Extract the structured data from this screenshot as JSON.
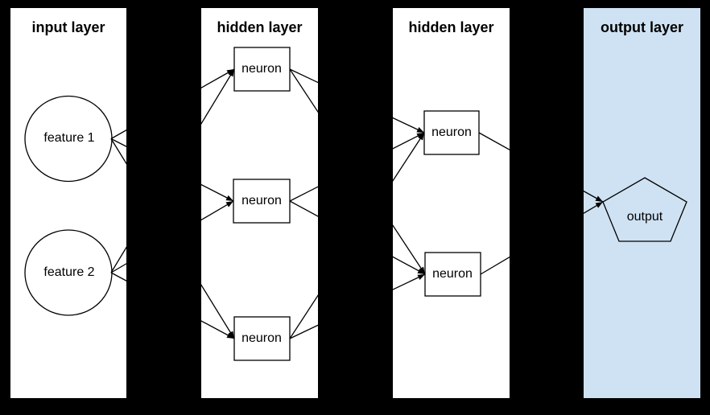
{
  "diagram": {
    "type": "neural-network",
    "colors": {
      "background": "#000000",
      "panel": "#ffffff",
      "output_panel": "#cfe2f3",
      "stroke": "#000000",
      "text": "#000000"
    },
    "layers": [
      {
        "id": "input",
        "title": "input layer",
        "nodes": [
          {
            "id": "feature1",
            "label": "feature 1",
            "shape": "circle"
          },
          {
            "id": "feature2",
            "label": "feature 2",
            "shape": "circle"
          }
        ]
      },
      {
        "id": "hidden1",
        "title": "hidden layer",
        "nodes": [
          {
            "id": "h1n1",
            "label": "neuron",
            "shape": "rect"
          },
          {
            "id": "h1n2",
            "label": "neuron",
            "shape": "rect"
          },
          {
            "id": "h1n3",
            "label": "neuron",
            "shape": "rect"
          }
        ]
      },
      {
        "id": "hidden2",
        "title": "hidden layer",
        "nodes": [
          {
            "id": "h2n1",
            "label": "neuron",
            "shape": "rect"
          },
          {
            "id": "h2n2",
            "label": "neuron",
            "shape": "rect"
          }
        ]
      },
      {
        "id": "output",
        "title": "output layer",
        "highlighted": true,
        "nodes": [
          {
            "id": "output",
            "label": "output",
            "shape": "pentagon"
          }
        ]
      }
    ],
    "edges": [
      {
        "from": "feature1",
        "to": "h1n1"
      },
      {
        "from": "feature1",
        "to": "h1n2"
      },
      {
        "from": "feature1",
        "to": "h1n3"
      },
      {
        "from": "feature2",
        "to": "h1n1"
      },
      {
        "from": "feature2",
        "to": "h1n2"
      },
      {
        "from": "feature2",
        "to": "h1n3"
      },
      {
        "from": "h1n1",
        "to": "h2n1"
      },
      {
        "from": "h1n1",
        "to": "h2n2"
      },
      {
        "from": "h1n2",
        "to": "h2n1"
      },
      {
        "from": "h1n2",
        "to": "h2n2"
      },
      {
        "from": "h1n3",
        "to": "h2n1"
      },
      {
        "from": "h1n3",
        "to": "h2n2"
      },
      {
        "from": "h2n1",
        "to": "output"
      },
      {
        "from": "h2n2",
        "to": "output"
      }
    ]
  }
}
